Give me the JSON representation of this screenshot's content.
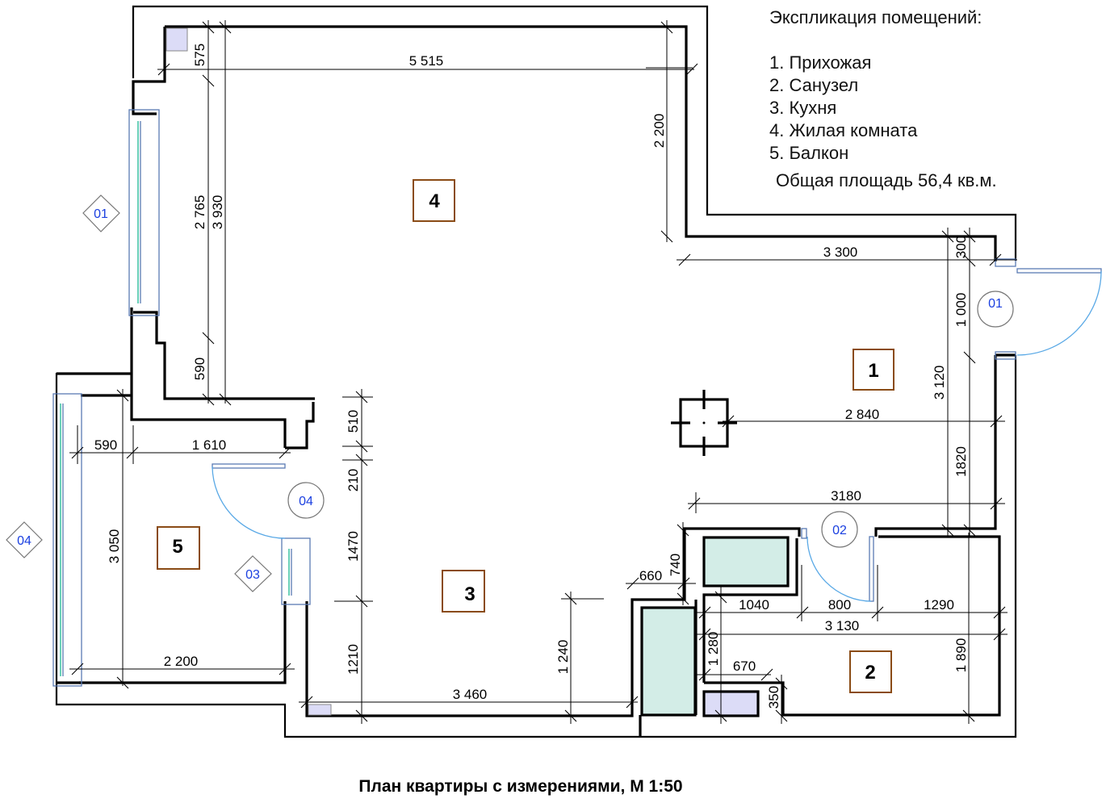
{
  "legend": {
    "title": "Экспликация помещений:",
    "rooms": [
      {
        "number": "1",
        "label": "1. Прихожая"
      },
      {
        "number": "2",
        "label": "2. Санузел"
      },
      {
        "number": "3",
        "label": "3. Кухня"
      },
      {
        "number": "4",
        "label": "4. Жилая комната"
      },
      {
        "number": "5",
        "label": "5. Балкон"
      }
    ],
    "total_area": "Общая площадь 56,4 кв.м."
  },
  "caption": "План квартиры с измерениями, М 1:50",
  "room_markers": [
    "1",
    "2",
    "3",
    "4",
    "5"
  ],
  "window_tags": [
    "01",
    "03",
    "04"
  ],
  "door_tags": [
    "01",
    "02",
    "04"
  ],
  "dimensions": {
    "living_top_width": "5 515",
    "living_left_575": "575",
    "living_left_2765": "2 765",
    "living_left_3930": "3 930",
    "living_left_590": "590",
    "living_right_2200": "2 200",
    "hall_top_3300": "3 300",
    "hall_300": "300",
    "hall_door_1000": "1 000",
    "hall_3120": "3 120",
    "hall_2840": "2 840",
    "hall_1820": "1820",
    "hall_3180": "3180",
    "balcony_590": "590",
    "balcony_1610": "1 610",
    "balcony_3050": "3 050",
    "balcony_2200": "2 200",
    "kitchen_510": "510",
    "kitchen_210": "210",
    "kitchen_1470": "1470",
    "kitchen_1210": "1210",
    "kitchen_3460": "3 460",
    "kitchen_1240": "1 240",
    "bath_660": "660",
    "bath_740": "740",
    "bath_1040": "1040",
    "bath_800": "800",
    "bath_1290": "1290",
    "bath_3130": "3 130",
    "bath_1280": "1 280",
    "bath_670": "670",
    "bath_350": "350",
    "bath_1890": "1 890"
  }
}
